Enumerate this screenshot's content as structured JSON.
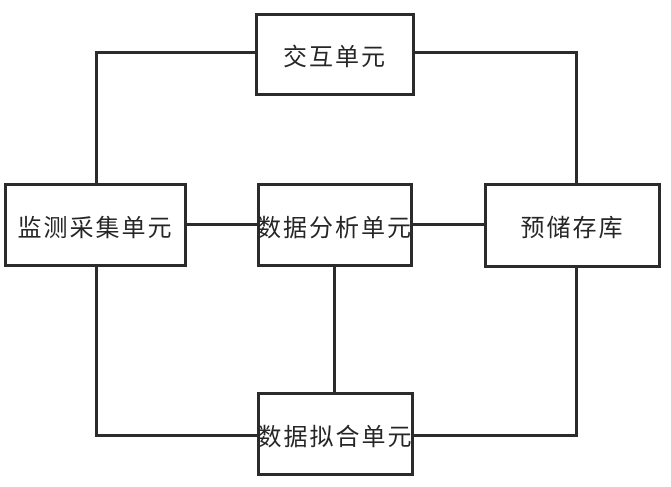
{
  "diagram": {
    "type": "block-diagram",
    "nodes": [
      {
        "id": "interaction",
        "label": "交互单元"
      },
      {
        "id": "monitoring",
        "label": "监测采集单元"
      },
      {
        "id": "analysis",
        "label": "数据分析单元"
      },
      {
        "id": "storage",
        "label": "预储存库"
      },
      {
        "id": "fitting",
        "label": "数据拟合单元"
      }
    ],
    "edges": [
      {
        "from": "interaction",
        "to": "monitoring",
        "route": "left-elbow"
      },
      {
        "from": "interaction",
        "to": "storage",
        "route": "right-elbow"
      },
      {
        "from": "monitoring",
        "to": "analysis",
        "route": "horizontal"
      },
      {
        "from": "analysis",
        "to": "storage",
        "route": "horizontal"
      },
      {
        "from": "analysis",
        "to": "fitting",
        "route": "vertical"
      },
      {
        "from": "monitoring",
        "to": "fitting",
        "route": "bottom-left-elbow"
      },
      {
        "from": "storage",
        "to": "fitting",
        "route": "bottom-right-elbow"
      }
    ],
    "colors": {
      "line": "#2b2b2b",
      "text": "#262626",
      "box_bg": "#ffffff",
      "page_bg": "#ffffff"
    }
  }
}
